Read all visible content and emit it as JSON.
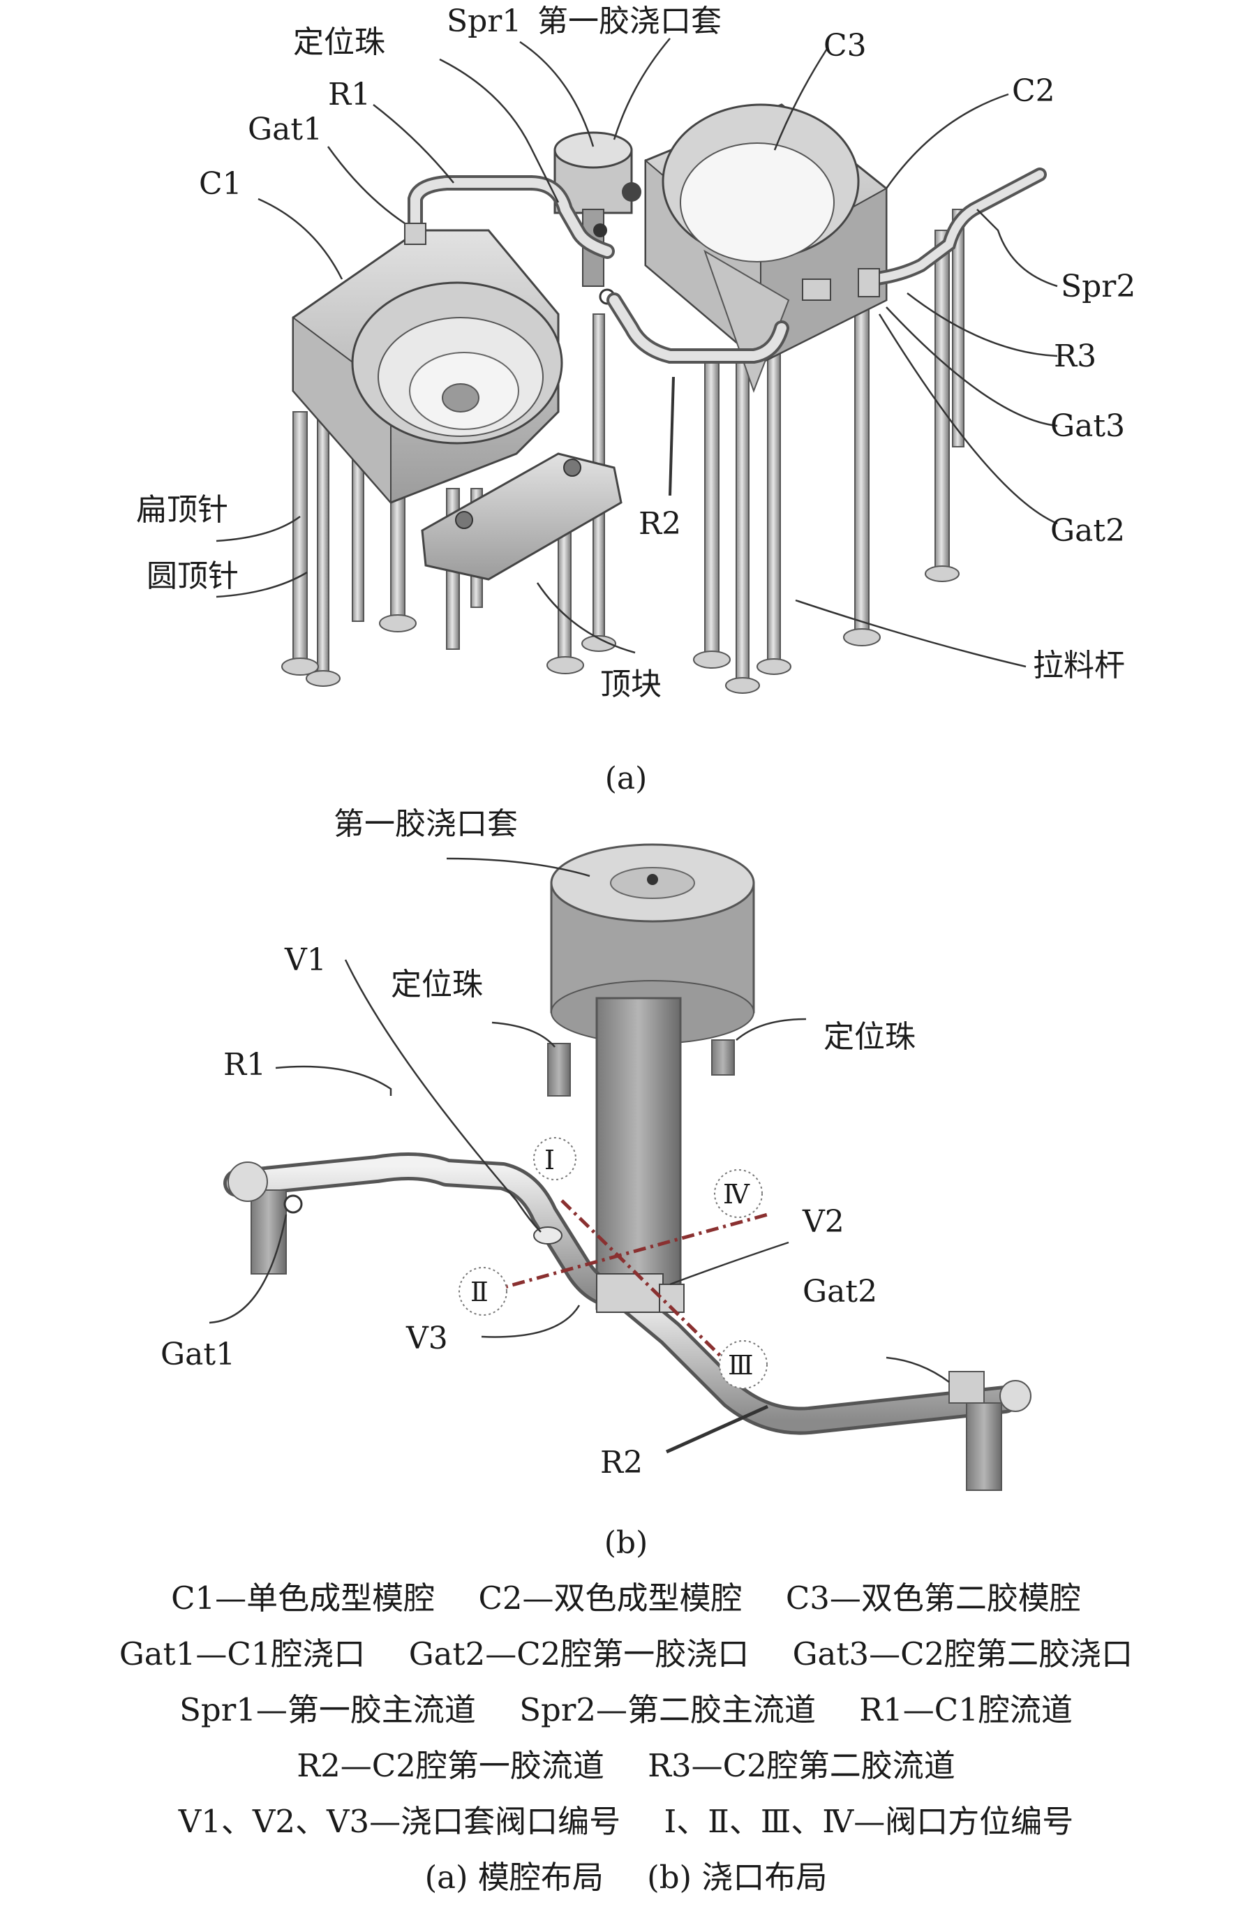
{
  "figure_a": {
    "callouts": {
      "dingweizhu": "定位珠",
      "spr1": "Spr1",
      "first_sprue_bush": "第一胶浇口套",
      "c3": "C3",
      "c2": "C2",
      "r1": "R1",
      "gat1": "Gat1",
      "c1": "C1",
      "spr2": "Spr2",
      "r3": "R3",
      "gat3": "Gat3",
      "gat2": "Gat2",
      "r2": "R2",
      "flat_ejector": "扁顶针",
      "round_ejector": "圆顶针",
      "ejector_block": "顶块",
      "sprue_puller": "拉料杆"
    },
    "sublabel": "(a)"
  },
  "figure_b": {
    "callouts": {
      "first_sprue_bush": "第一胶浇口套",
      "v1": "V1",
      "dingweizhu_left": "定位珠",
      "dingweizhu_right": "定位珠",
      "r1": "R1",
      "pos_1": "Ⅰ",
      "pos_4": "Ⅳ",
      "v2": "V2",
      "pos_2": "Ⅱ",
      "v3": "V3",
      "pos_3": "Ⅲ",
      "gat2": "Gat2",
      "gat1": "Gat1",
      "r2": "R2"
    },
    "sublabel": "(b)"
  },
  "legend": [
    [
      "C1—单色成型模腔",
      "C2—双色成型模腔",
      "C3—双色第二胶模腔"
    ],
    [
      "Gat1—C1腔浇口",
      "Gat2—C2腔第一胶浇口",
      "Gat3—C2腔第二胶浇口"
    ],
    [
      "Spr1—第一胶主流道",
      "Spr2—第二胶主流道",
      "R1—C1腔流道"
    ],
    [
      "R2—C2腔第一胶流道",
      "R3—C2腔第二胶流道"
    ],
    [
      "V1、V2、V3—浇口套阀口编号",
      "Ⅰ、Ⅱ、Ⅲ、Ⅳ—阀口方位编号"
    ],
    [
      "(a) 模腔布局",
      "(b) 浇口布局"
    ]
  ],
  "colors": {
    "metal_light": "#d9d9d9",
    "metal_mid": "#a8a8a8",
    "metal_dark": "#6e6e6e",
    "leader": "#333333",
    "dashdot": "#8a3030"
  }
}
